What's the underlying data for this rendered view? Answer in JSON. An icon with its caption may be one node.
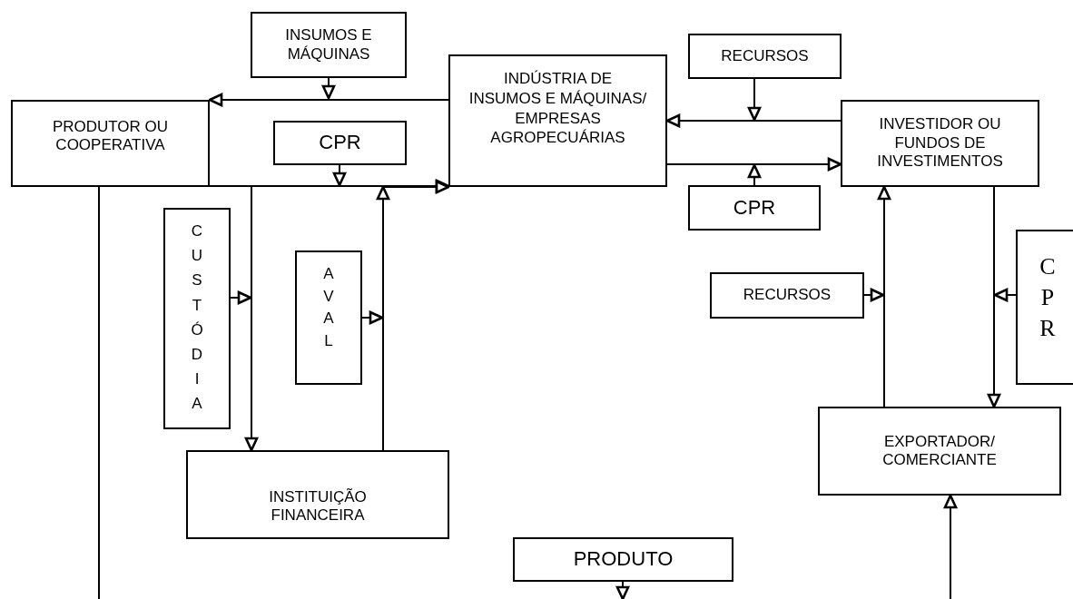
{
  "diagram": {
    "nodes": [
      {
        "text": [
          "INSUMOS E MÁQUINAS"
        ]
      },
      {
        "text": [
          "RECURSOS"
        ]
      },
      {
        "text": [
          "PRODUTOR OU COOPERATIVA"
        ]
      },
      {
        "text": [
          "CPR"
        ]
      },
      {
        "text": [
          "INDÚSTRIA DE INSUMOS E MÁQUINAS/ EMPRESAS AGROPECUÁRIAS"
        ]
      },
      {
        "text": [
          "INVESTIDOR OU FUNDOS DE INVESTIMENTOS"
        ]
      },
      {
        "text": [
          "CPR"
        ]
      },
      {
        "text": [
          "CUSTÓDIA"
        ]
      },
      {
        "text": [
          "AVAL"
        ]
      },
      {
        "text": [
          "RECURSOS"
        ]
      },
      {
        "text": [
          "CPR"
        ]
      },
      {
        "text": [
          "INSTITUIÇÃO FINANCEIRA"
        ]
      },
      {
        "text": [
          "EXPORTADOR/ COMERCIANTE"
        ]
      },
      {
        "text": [
          "PRODUTO"
        ]
      }
    ],
    "edges": [
      {
        "from": 4,
        "to": 2,
        "arrow": "to"
      },
      {
        "from": 0,
        "to": null,
        "arrow": "to"
      },
      {
        "from": 3,
        "to": null,
        "arrow": "to"
      },
      {
        "from": 2,
        "to": 4,
        "arrow": "to"
      },
      {
        "from": 2,
        "to": 11,
        "arrow": "to"
      },
      {
        "from": 11,
        "to": 4,
        "arrow": "to"
      },
      {
        "from": 2,
        "to": null,
        "arrow": "none"
      },
      {
        "from": 7,
        "to": null,
        "arrow": "to"
      },
      {
        "from": 8,
        "to": null,
        "arrow": "to"
      },
      {
        "from": 1,
        "to": null,
        "arrow": "to"
      },
      {
        "from": 5,
        "to": 4,
        "arrow": "to"
      },
      {
        "from": 4,
        "to": 5,
        "arrow": "to"
      },
      {
        "from": 6,
        "to": null,
        "arrow": "to"
      },
      {
        "from": 12,
        "to": 5,
        "arrow": "to"
      },
      {
        "from": 5,
        "to": 12,
        "arrow": "to"
      },
      {
        "from": 9,
        "to": null,
        "arrow": "to"
      },
      {
        "from": 10,
        "to": null,
        "arrow": "to"
      },
      {
        "from": null,
        "to": 12,
        "arrow": "to"
      },
      {
        "from": 13,
        "to": null,
        "arrow": "to"
      }
    ]
  }
}
